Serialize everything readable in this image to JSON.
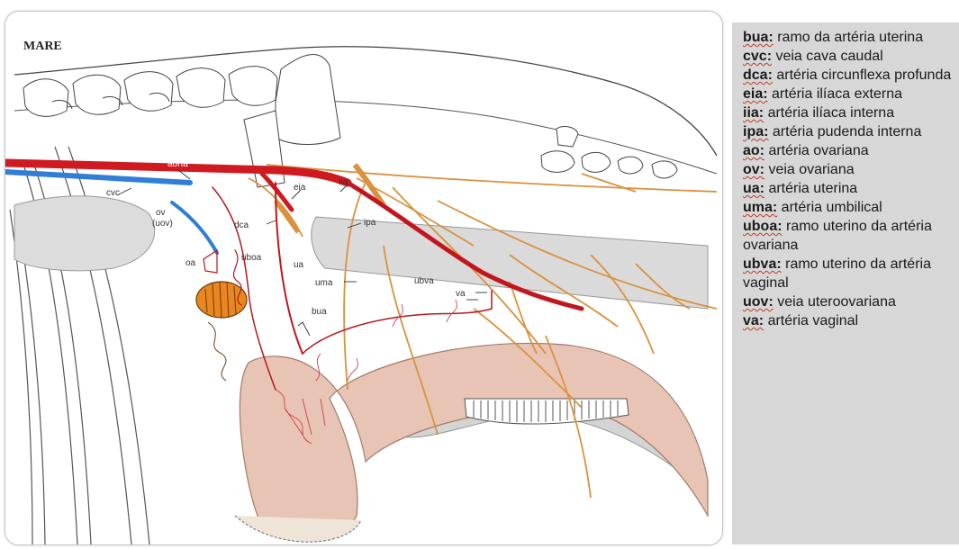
{
  "figure": {
    "title": "MARE",
    "labels": {
      "aorta": "aorta",
      "cvc": "cvc",
      "ov": "ov",
      "uov": "(uov)",
      "oa": "oa",
      "uboa": "uboa",
      "dca": "dca",
      "eia": "eia",
      "iia": "iia",
      "ipa": "ipa",
      "ua": "ua",
      "uma": "uma",
      "ubva": "ubva",
      "va": "va",
      "bua": "bua"
    },
    "colors": {
      "artery": "#d01a22",
      "vein": "#2f7fd6",
      "nerve": "#d9923e",
      "organ_fill": "#e8c4b4",
      "grey_fill": "#d8d8d8"
    }
  },
  "legend": {
    "entries": [
      {
        "abbr": "bua:",
        "desc": " ramo da artéria uterina"
      },
      {
        "abbr": "cvc:",
        "desc": " veia cava caudal"
      },
      {
        "abbr": "dca:",
        "desc": " artéria circunflexa profunda"
      },
      {
        "abbr": "eia:",
        "desc": " artéria ilíaca externa"
      },
      {
        "abbr": "iia:",
        "desc": " artéria ilíaca interna"
      },
      {
        "abbr": "ipa:",
        "desc": " artéria pudenda interna"
      },
      {
        "abbr": "ao:",
        "desc": " artéria ovariana"
      },
      {
        "abbr": "ov:",
        "desc": " veia ovariana"
      },
      {
        "abbr": "ua:",
        "desc": " artéria uterina"
      },
      {
        "abbr": "uma:",
        "desc": " artéria umbilical"
      },
      {
        "abbr": "uboa:",
        "desc": " ramo uterino da artéria ovariana"
      },
      {
        "abbr": "ubva:",
        "desc": " ramo uterino da artéria vaginal"
      },
      {
        "abbr": "uov:",
        "desc": " veia uteroovariana"
      },
      {
        "abbr": "va:",
        "desc": " artéria vaginal"
      }
    ]
  }
}
